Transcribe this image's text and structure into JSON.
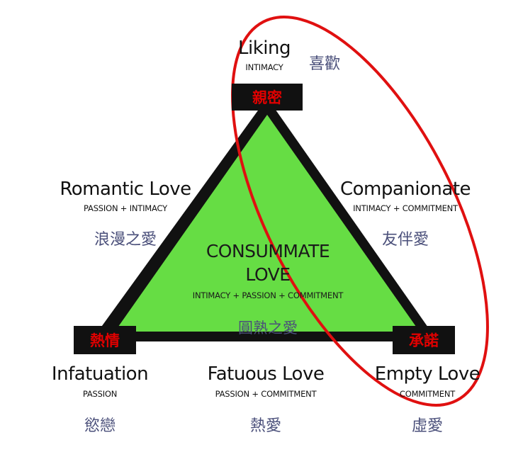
{
  "top": {
    "title": "Liking",
    "sub": "INTIMACY",
    "cn": "喜歡",
    "box": "親密"
  },
  "left_vertex": {
    "title": "Infatuation",
    "sub": "PASSION",
    "cn": "慾戀",
    "box": "熱情"
  },
  "right_vertex": {
    "title": "Empty Love",
    "sub": "COMMITMENT",
    "cn": "虛愛",
    "box": "承諾"
  },
  "left_side": {
    "title": "Romantic Love",
    "sub": "PASSION + INTIMACY",
    "cn": "浪漫之愛"
  },
  "right_side": {
    "title": "Companionate",
    "sub": "INTIMACY + COMMITMENT",
    "cn": "友伴愛"
  },
  "bottom_side": {
    "title": "Fatuous Love",
    "sub": "PASSION + COMMITMENT",
    "cn": "熱愛"
  },
  "center": {
    "line1": "CONSUMMATE",
    "line2": "LOVE",
    "sub": "INTIMACY + PASSION + COMMITMENT",
    "cn": "圓熟之愛"
  },
  "colors": {
    "fill": "#66dd44",
    "outline": "#111111",
    "box_text": "#e00000",
    "ellipse": "#e01010",
    "chinese_text": "#4a4f7a"
  }
}
